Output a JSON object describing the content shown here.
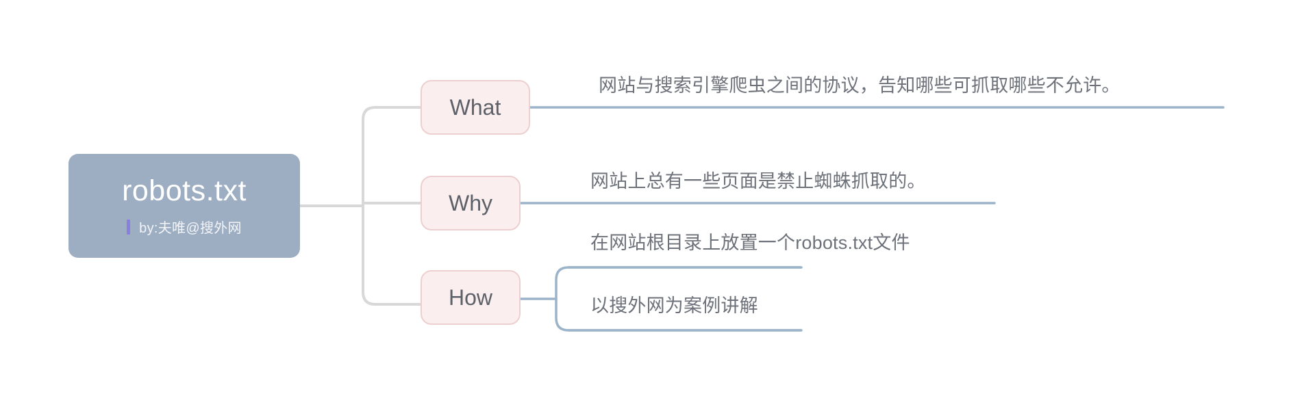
{
  "diagram": {
    "type": "mind-map",
    "title": "robots.txt",
    "root": {
      "label": "robots.txt",
      "byline": "by:夫唯@搜外网",
      "fill_color": "#9daec3",
      "text_color": "#ffffff",
      "accent_color": "#8a7fe0"
    },
    "branch_style": {
      "fill_color": "#fbeeee",
      "border_color": "#edcfcf",
      "text_color": "#5c6068"
    },
    "connector_colors": {
      "root_to_branch": "#d8d8d8",
      "branch_to_leaf": "#9bb4ca"
    },
    "branches": [
      {
        "label": "What",
        "children": [
          {
            "text": "网站与搜索引擎爬虫之间的协议，告知哪些可抓取哪些不允许。"
          }
        ]
      },
      {
        "label": "Why",
        "children": [
          {
            "text": "网站上总有一些页面是禁止蜘蛛抓取的。"
          }
        ]
      },
      {
        "label": "How",
        "children": [
          {
            "text": "在网站根目录上放置一个robots.txt文件"
          },
          {
            "text": "以搜外网为案例讲解"
          }
        ]
      }
    ]
  }
}
